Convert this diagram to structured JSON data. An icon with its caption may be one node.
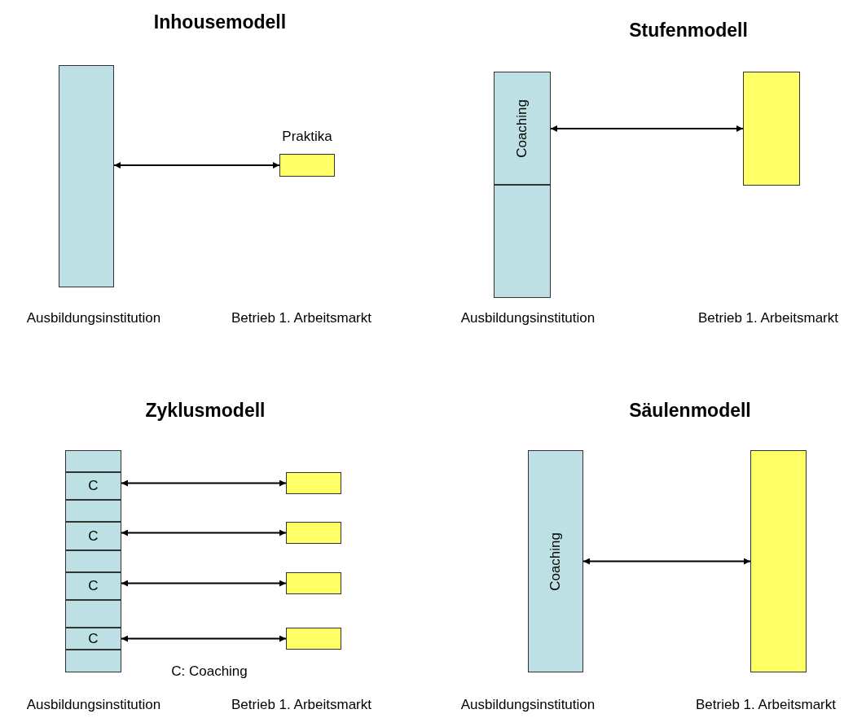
{
  "diagram": {
    "nodes": [
      {
        "text": [],
        "shape": "box"
      },
      {
        "text": [
          "Praktika"
        ]
      },
      {
        "text": [
          "Coaching"
        ]
      },
      {
        "text": [],
        "shape": "box"
      },
      {
        "text": [],
        "shape": "box"
      },
      {
        "text": [],
        "shape": "box"
      },
      {
        "text": [
          "C"
        ]
      },
      {
        "text": [],
        "shape": "box"
      },
      {
        "text": [
          "C"
        ]
      },
      {
        "text": [],
        "shape": "box"
      },
      {
        "text": [
          "C"
        ]
      },
      {
        "text": [],
        "shape": "box"
      },
      {
        "text": [
          "C"
        ]
      },
      {
        "text": [],
        "shape": "box"
      },
      {
        "text": [],
        "shape": "box"
      },
      {
        "text": [],
        "shape": "box"
      },
      {
        "text": [],
        "shape": "box"
      },
      {
        "text": [],
        "shape": "box"
      },
      {
        "text": [
          "Coaching"
        ]
      },
      {
        "text": [],
        "shape": "box"
      }
    ],
    "edges": [
      {
        "from": 0,
        "to": 1,
        "arrow": "both"
      },
      {
        "from": 2,
        "to": 4,
        "arrow": "both"
      },
      {
        "from": 6,
        "to": 14,
        "arrow": "both"
      },
      {
        "from": 8,
        "to": 15,
        "arrow": "both"
      },
      {
        "from": 10,
        "to": 16,
        "arrow": "both"
      },
      {
        "from": 12,
        "to": 17,
        "arrow": "both"
      },
      {
        "from": 18,
        "to": 19,
        "arrow": "both"
      }
    ],
    "labels": [
      "Inhousemodell",
      "Stufenmodell",
      "Ausbildungsinstitution",
      "Betrieb 1. Arbeitsmarkt",
      "Ausbildungsinstitution",
      "Betrieb 1. Arbeitsmarkt",
      "Zyklusmodell",
      "Säulenmodell",
      "C: Coaching",
      "Ausbildungsinstitution",
      "Betrieb 1. Arbeitsmarkt",
      "Ausbildungsinstitution",
      "Betrieb 1. Arbeitsmarkt"
    ]
  }
}
